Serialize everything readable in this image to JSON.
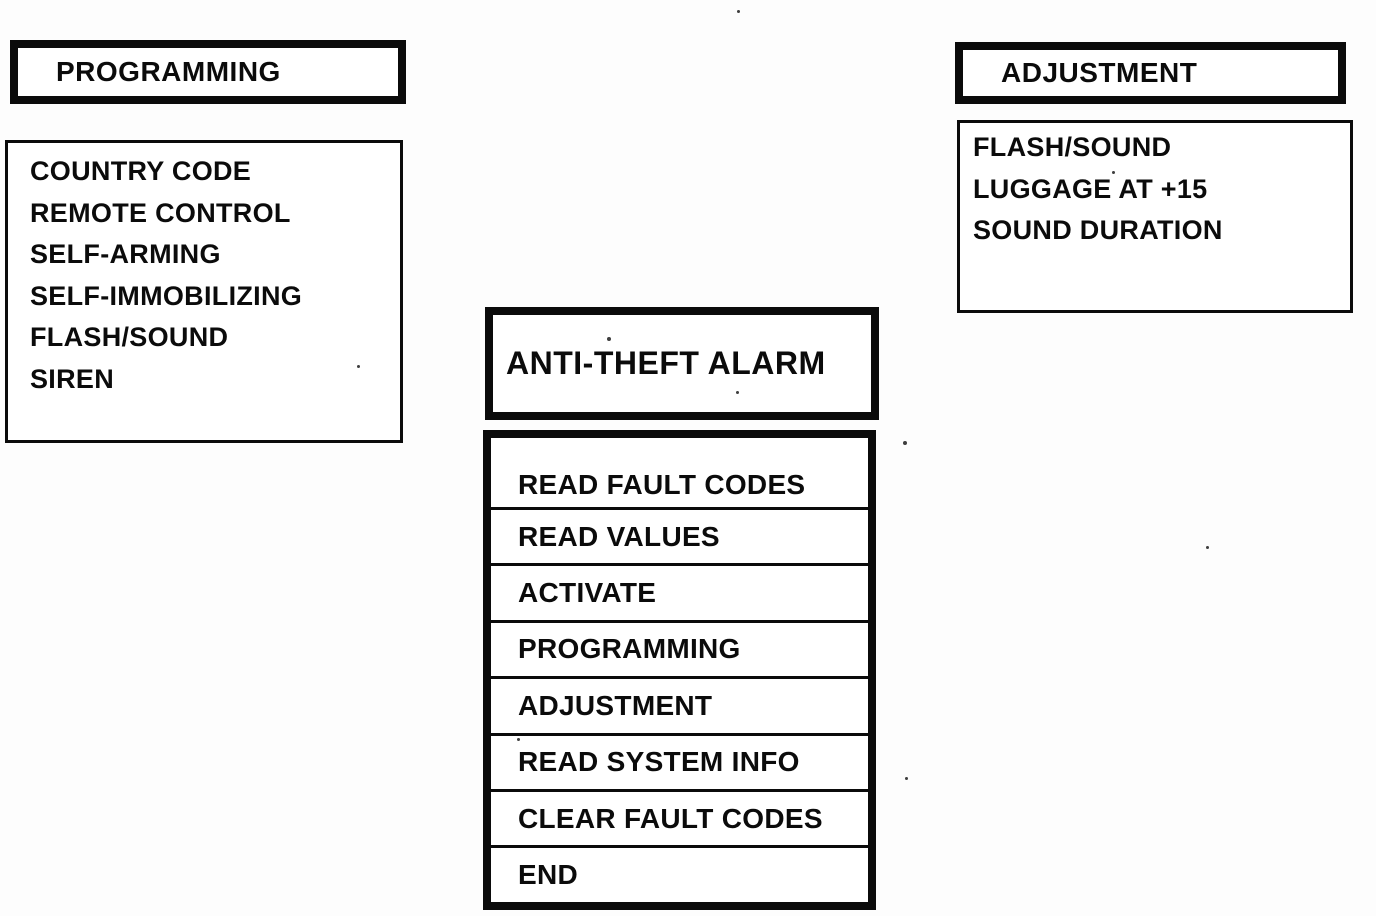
{
  "programming_panel": {
    "title": "PROGRAMMING",
    "items": [
      "COUNTRY CODE",
      "REMOTE CONTROL",
      "SELF-ARMING",
      "SELF-IMMOBILIZING",
      "FLASH/SOUND",
      "SIREN"
    ]
  },
  "adjustment_panel": {
    "title": "ADJUSTMENT",
    "items": [
      "FLASH/SOUND",
      "LUGGAGE AT +15",
      "SOUND DURATION"
    ]
  },
  "main_menu": {
    "title": "ANTI-THEFT ALARM",
    "items": [
      "READ FAULT CODES",
      "READ VALUES",
      "ACTIVATE",
      "PROGRAMMING",
      "ADJUSTMENT",
      "READ SYSTEM INFO",
      "CLEAR FAULT CODES",
      "END"
    ]
  },
  "colors": {
    "ink": "#0b0b0b",
    "paper": "#fdfdfd"
  }
}
